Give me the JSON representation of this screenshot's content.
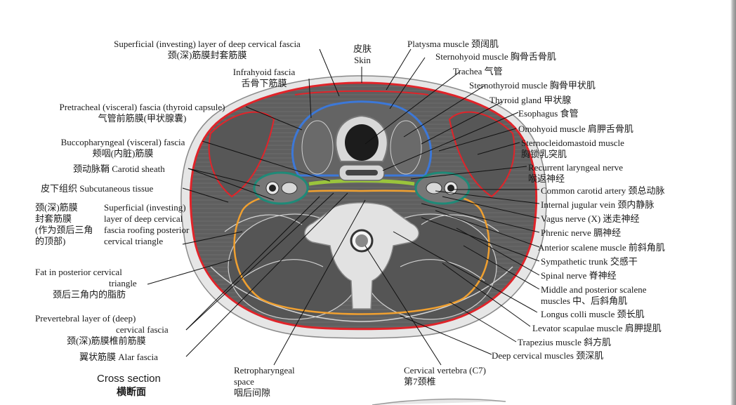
{
  "diagram": {
    "caption": {
      "en": "Cross section",
      "zh": "横断面"
    },
    "labels_top": {
      "investing_layer": {
        "en": "Superficial (investing) layer of deep cervical fascia",
        "zh": "颈(深)筋膜封套筋膜"
      },
      "skin": {
        "zh": "皮肤",
        "en": "Skin"
      },
      "platysma": "Platysma muscle 颈阔肌",
      "infrahyoid": {
        "en": "Infrahyoid fascia",
        "zh": "舌骨下筋膜"
      }
    },
    "labels_left": {
      "pretracheal": {
        "en": "Pretracheal (visceral) fascia (thyroid capsule)",
        "zh": "气管前筋膜(甲状腺囊)"
      },
      "buccopharyngeal": {
        "en": "Buccopharyngeal (visceral) fascia",
        "zh": "颊咽(内脏)筋膜"
      },
      "carotid_sheath": "颈动脉鞘 Carotid sheath",
      "subcutaneous": "皮下组织 Subcutaneous tissue",
      "investing_zh": [
        "颈(深)筋膜",
        "封套筋膜",
        "(作为颈后三角",
        "的顶部)"
      ],
      "investing_en": [
        "Superficial (investing)",
        "layer of deep cervical",
        "fascia roofing posterior",
        "cervical triangle"
      ],
      "fat_posterior": {
        "en1": "Fat in posterior cervical",
        "en2": "triangle",
        "zh": "颈后三角内的脂肪"
      },
      "prevertebral": {
        "en1": "Prevertebral layer of (deep)",
        "en2": "cervical fascia",
        "zh": "颈(深)筋膜椎前筋膜"
      },
      "alar": "翼状筋膜 Alar fascia"
    },
    "labels_bottom": {
      "retropharyngeal": {
        "en1": "Retropharyngeal",
        "en2": "space",
        "zh": "咽后间隙"
      },
      "vertebra": {
        "en": "Cervical vertebra (C7)",
        "zh": "第7颈椎"
      }
    },
    "labels_right": {
      "sternohyoid": "Sternohyoid muscle 胸骨舌骨肌",
      "trachea": "Trachea 气管",
      "sternothyroid": "Sternothyroid muscle 胸骨甲状肌",
      "thyroid": "Thyroid gland 甲状腺",
      "esophagus": "Esophagus 食管",
      "omohyoid": "Omohyoid muscle 肩胛舌骨肌",
      "scm": {
        "en": "Sternocleidomastoid muscle",
        "zh": "胸锁乳突肌"
      },
      "recurrent": {
        "en": "Recurrent laryngeal nerve",
        "zh": "喉返神经"
      },
      "carotid_artery": "Common carotid artery 颈总动脉",
      "jugular": "Internal jugular vein 颈内静脉",
      "vagus": "Vagus nerve (X) 迷走神经",
      "phrenic": "Phrenic nerve 膈神经",
      "anterior_scalene": "Anterior scalene muscle 前斜角肌",
      "sympathetic": "Sympathetic trunk 交感干",
      "spinal_nerve": "Spinal nerve 脊神经",
      "mid_post_scalene": {
        "en": "Middle and posterior scalene",
        "zh": "muscles 中、后斜角肌"
      },
      "longus_colli": "Longus colli muscle 颈长肌",
      "levator": "Levator scapulae muscle 肩胛提肌",
      "trapezius": "Trapezius muscle 斜方肌",
      "deep_cervical": "Deep cervical muscles 颈深肌"
    },
    "colors": {
      "investing_fascia": "#e0242a",
      "pretracheal_fascia": "#3c78d8",
      "carotid_sheath": "#1f8a78",
      "buccopharyngeal": "#9ac43c",
      "prevertebral": "#f0a030",
      "muscle": "#5c5c5c",
      "subcutaneous": "#d9d9d9"
    }
  }
}
